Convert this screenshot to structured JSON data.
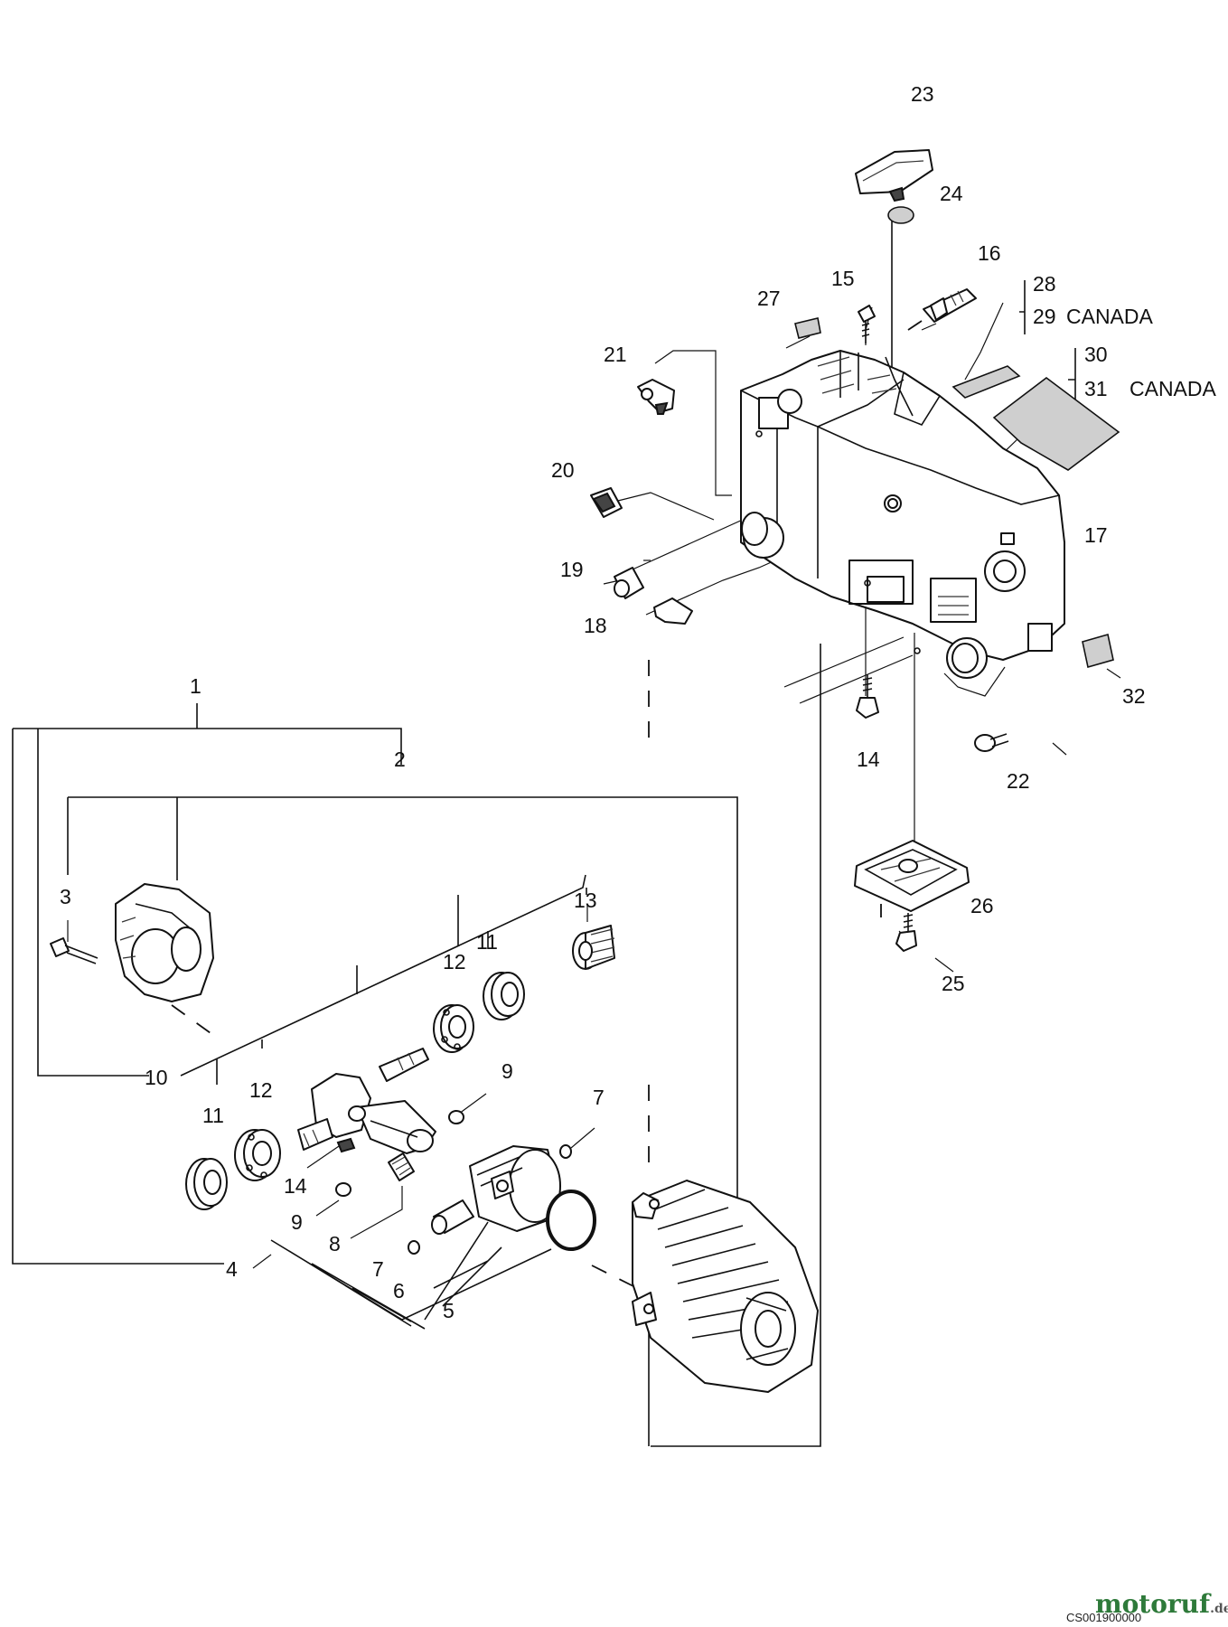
{
  "callouts": {
    "c1": "1",
    "c2": "2",
    "c3": "3",
    "c4": "4",
    "c5": "5",
    "c6": "6",
    "c7a": "7",
    "c7b": "7",
    "c8": "8",
    "c9a": "9",
    "c9b": "9",
    "c10": "10",
    "c11a": "11",
    "c11b": "11",
    "c12a": "12",
    "c12b": "12",
    "c13": "13",
    "c14a": "14",
    "c14b": "14",
    "c15": "15",
    "c16": "16",
    "c17": "17",
    "c18": "18",
    "c19": "19",
    "c20": "20",
    "c21": "21",
    "c22": "22",
    "c23": "23",
    "c24": "24",
    "c25": "25",
    "c26": "26",
    "c27": "27",
    "c28": "28",
    "c29": "29",
    "c30": "30",
    "c31": "31",
    "c32": "32"
  },
  "notes": {
    "canada_29": "CANADA",
    "canada_31": "CANADA"
  },
  "diagram_code": "CS001900000",
  "watermark": {
    "brand": "motoruf",
    "tld": ".de"
  }
}
